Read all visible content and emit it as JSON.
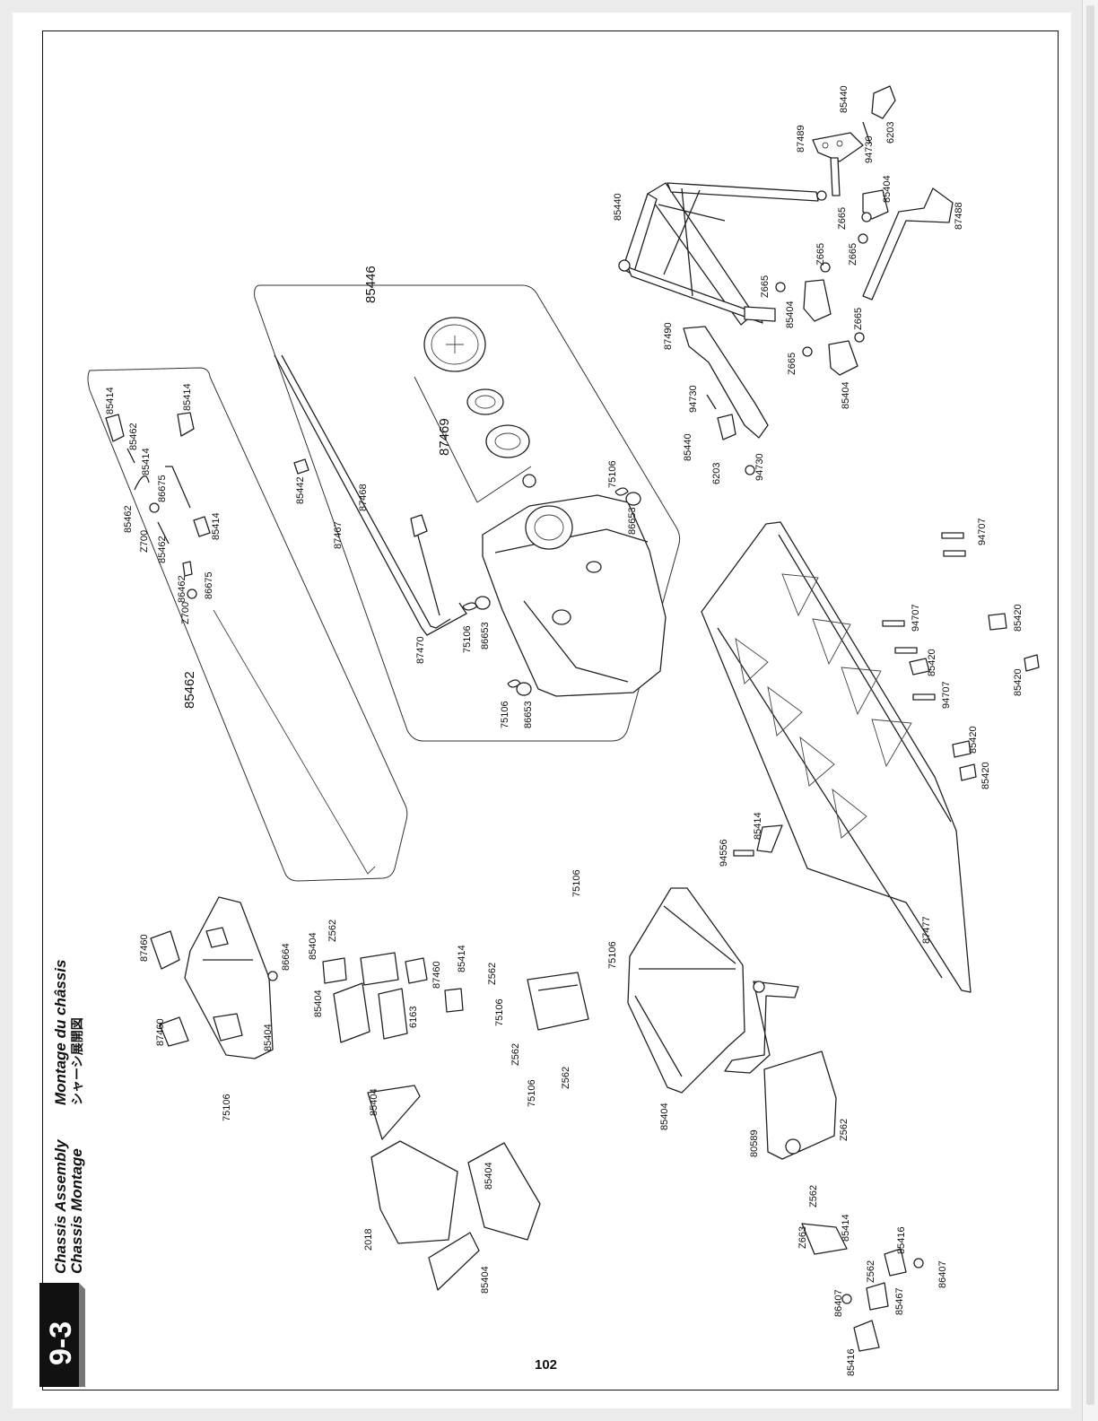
{
  "section": {
    "number": "9-3",
    "title_en": "Chassis Assembly",
    "title_de": "Chassis Montage",
    "title_fr": "Montage du châssis",
    "title_ja": "シャーシ展開図"
  },
  "page_number": "102",
  "group_labels": {
    "throttle_linkage": "85462",
    "fuel_tank": "85446",
    "fuel_cap": "87469"
  },
  "part_labels": {
    "p001": "85440",
    "p002": "87489",
    "p003": "94730",
    "p004": "6203",
    "p005": "85440",
    "p006": "85404",
    "p007": "Z665",
    "p008": "Z665",
    "p009": "87488",
    "p010": "Z665",
    "p011": "Z665",
    "p012": "85404",
    "p013": "87490",
    "p014": "Z665",
    "p015": "85404",
    "p016": "Z665",
    "p017": "94730",
    "p018": "85440",
    "p019": "6203",
    "p020": "94730",
    "p021": "85414",
    "p022": "85414",
    "p023": "85462",
    "p024": "85414",
    "p025": "86675",
    "p026": "85462",
    "p027": "Z700",
    "p028": "85462",
    "p029": "85414",
    "p030": "86462",
    "p031": "86675",
    "p032": "Z700",
    "p033": "85442",
    "p034": "87467",
    "p035": "87468",
    "p036": "87470",
    "p037": "75106",
    "p038": "86653",
    "p039": "75106",
    "p040": "86653",
    "p041": "75106",
    "p042": "86653",
    "p043": "94707",
    "p044": "94707",
    "p045": "85420",
    "p046": "94707",
    "p047": "85420",
    "p048": "85420",
    "p049": "85420",
    "p050": "85420",
    "p051": "94556",
    "p052": "85414",
    "p053": "87477",
    "p054": "75106",
    "p055": "87460",
    "p056": "86664",
    "p057": "85404",
    "p058": "Z562",
    "p059": "85414",
    "p060": "87460",
    "p061": "Z562",
    "p062": "75106",
    "p063": "75106",
    "p064": "87460",
    "p065": "85404",
    "p066": "6163",
    "p067": "85404",
    "p068": "Z562",
    "p069": "75106",
    "p070": "Z562",
    "p071": "85404",
    "p072": "75106",
    "p073": "85404",
    "p074": "85404",
    "p075": "2018",
    "p076": "85404",
    "p077": "80589",
    "p078": "Z562",
    "p079": "Z562",
    "p080": "Z663",
    "p081": "85414",
    "p082": "85416",
    "p083": "Z562",
    "p084": "86407",
    "p085": "86407",
    "p086": "85467",
    "p087": "85416"
  }
}
